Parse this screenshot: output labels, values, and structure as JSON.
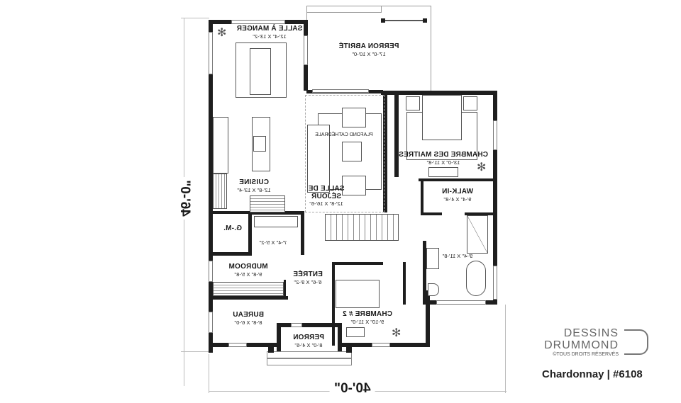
{
  "plan": {
    "dimensions": {
      "width": "40'-0\"",
      "depth": "46'-0\""
    },
    "rooms": [
      {
        "id": "dining",
        "name": "SALLE À MANGER",
        "size": "12'-4\" X 13'-2\""
      },
      {
        "id": "covered_porch",
        "name": "PERRON ABRITÉ",
        "size": "17'-0\" X 10'-0\""
      },
      {
        "id": "master",
        "name": "CHAMBRE DES MAITRES",
        "size": "13'-0\" X 11'-8\""
      },
      {
        "id": "walkin",
        "name": "WALK-IN",
        "size": "9'-4\" X 4'-8\""
      },
      {
        "id": "kitchen",
        "name": "CUISINE",
        "size": "12'-8\" X 13'-4\""
      },
      {
        "id": "living",
        "name": "SALLE DE SÉJOUR",
        "name_line1": "SALLE DE",
        "name_line2": "SÉJOUR",
        "size": "12'-8\" X 16'-6\""
      },
      {
        "id": "pantry",
        "name": "G.-M.",
        "size": ""
      },
      {
        "id": "laundry",
        "name": "",
        "size": "7'-4\" X 5'-2\""
      },
      {
        "id": "mudroom",
        "name": "MUDROOM",
        "size": "9'-8\" X 5'-8\""
      },
      {
        "id": "entry",
        "name": "ENTRÉE",
        "size": "6'-6\" X 9'-2\""
      },
      {
        "id": "bath",
        "name": "",
        "size": "9'-4\" X 11'-8\""
      },
      {
        "id": "bedroom2",
        "name": "CHAMBRE # 2",
        "size": "9'-10\" X 11'-0\""
      },
      {
        "id": "office",
        "name": "BUREAU",
        "size": "8'-8\" X 6'-0\""
      },
      {
        "id": "front_porch",
        "name": "PERRON",
        "size": "8'-0\" X 4'-6\""
      }
    ],
    "annotations": {
      "ceiling": "PLAFOND CATHÉDRALE"
    }
  },
  "branding": {
    "line1": "DESSINS",
    "line2": "DRUMMOND",
    "copyright": "©TOUS DROITS RÉSERVÉS",
    "model": "Chardonnay | #6108"
  }
}
